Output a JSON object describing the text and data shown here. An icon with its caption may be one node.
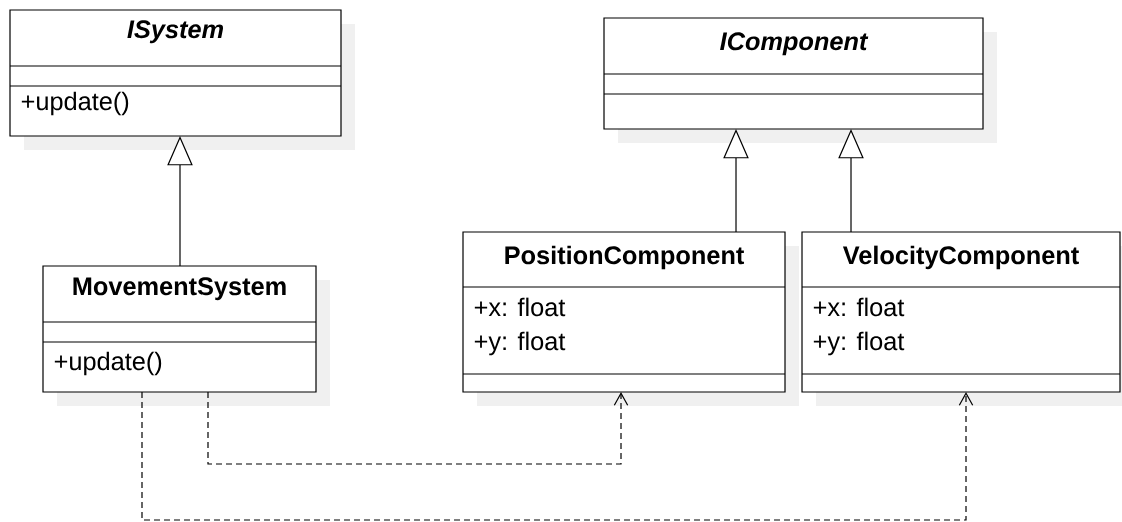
{
  "diagram": {
    "nodes": [
      {
        "text": [
          "ISystem",
          "+update()"
        ]
      },
      {
        "text": [
          "MovementSystem",
          "+update()"
        ]
      },
      {
        "text": [
          "IComponent"
        ]
      },
      {
        "text": [
          "PositionComponent",
          "+x: float",
          "+y: float"
        ]
      },
      {
        "text": [
          "VelocityComponent",
          "+x: float",
          "+y: float"
        ]
      }
    ],
    "edges": [
      {
        "from": 1,
        "to": 0,
        "arrow": "to"
      },
      {
        "from": 3,
        "to": 2,
        "arrow": "to"
      },
      {
        "from": 4,
        "to": 2,
        "arrow": "to"
      },
      {
        "from": 1,
        "to": 3,
        "arrow": "to",
        "style": "dashed"
      },
      {
        "from": 1,
        "to": 4,
        "arrow": "to",
        "style": "dashed"
      }
    ]
  }
}
